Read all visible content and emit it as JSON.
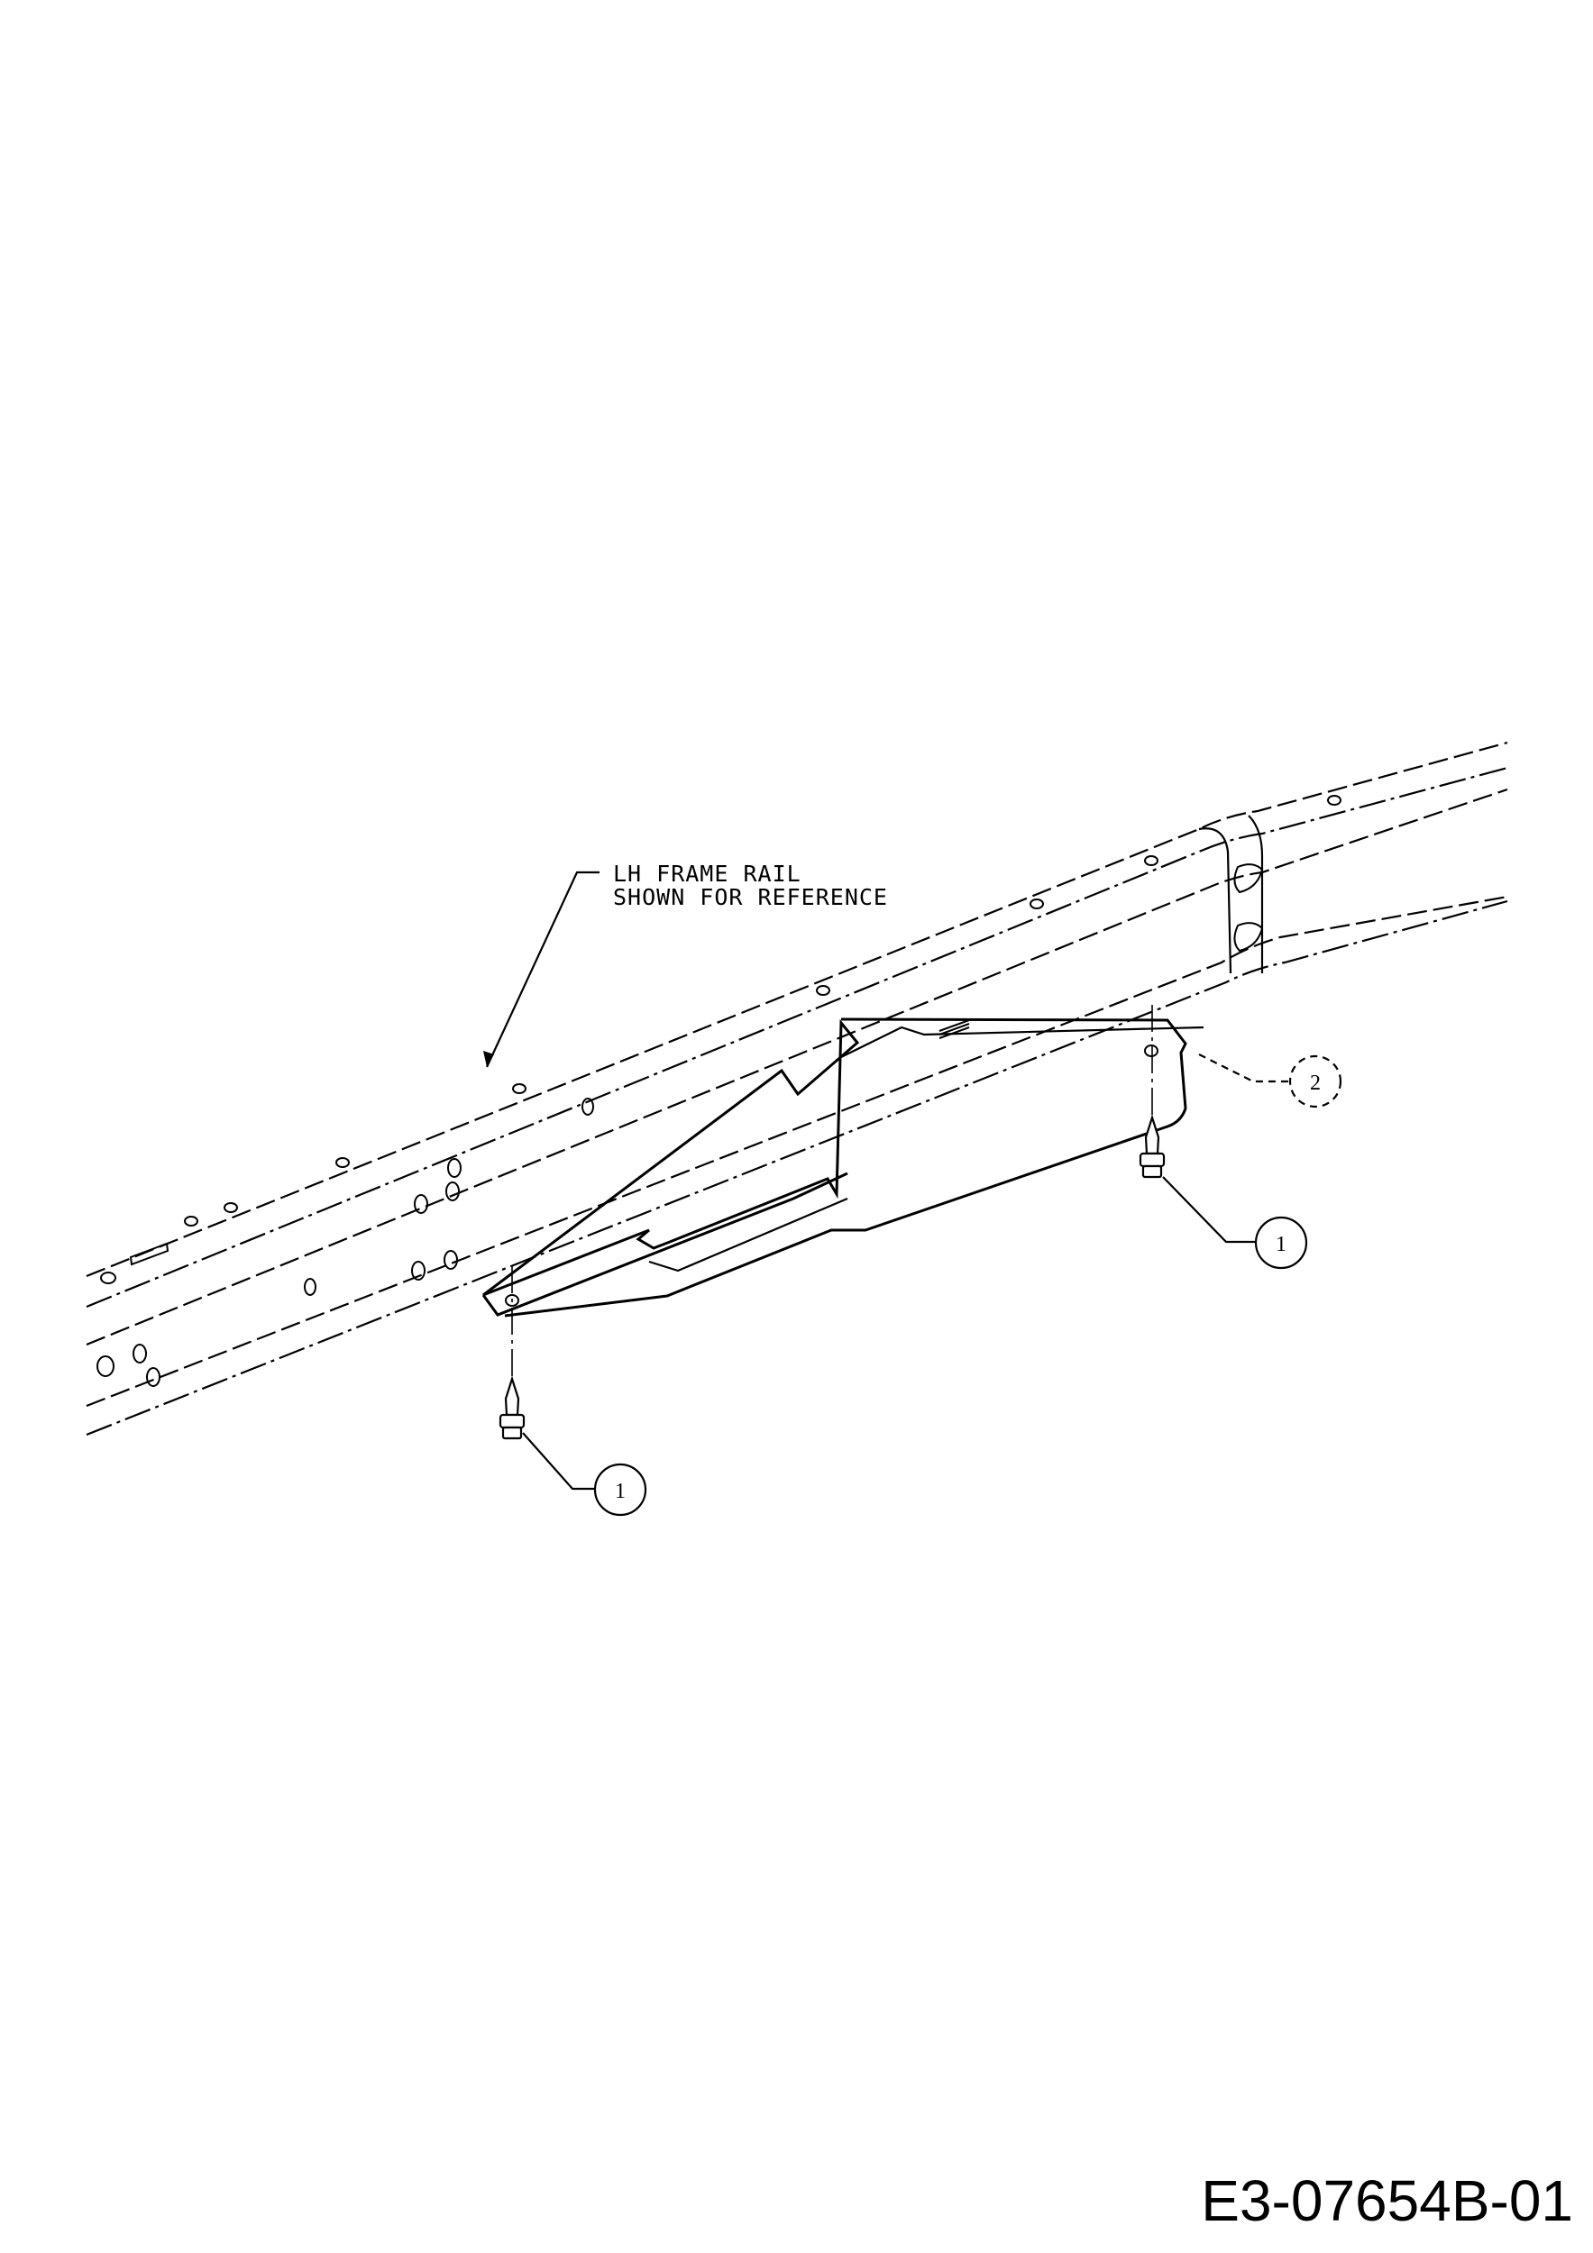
{
  "note": {
    "line1": "LH FRAME RAIL",
    "line2": "SHOWN FOR REFERENCE"
  },
  "callouts": [
    {
      "number": "1",
      "part": "screw-left"
    },
    {
      "number": "1",
      "part": "screw-right"
    },
    {
      "number": "2",
      "part": "bracket"
    }
  ],
  "part_number": "E3-07654B-01"
}
